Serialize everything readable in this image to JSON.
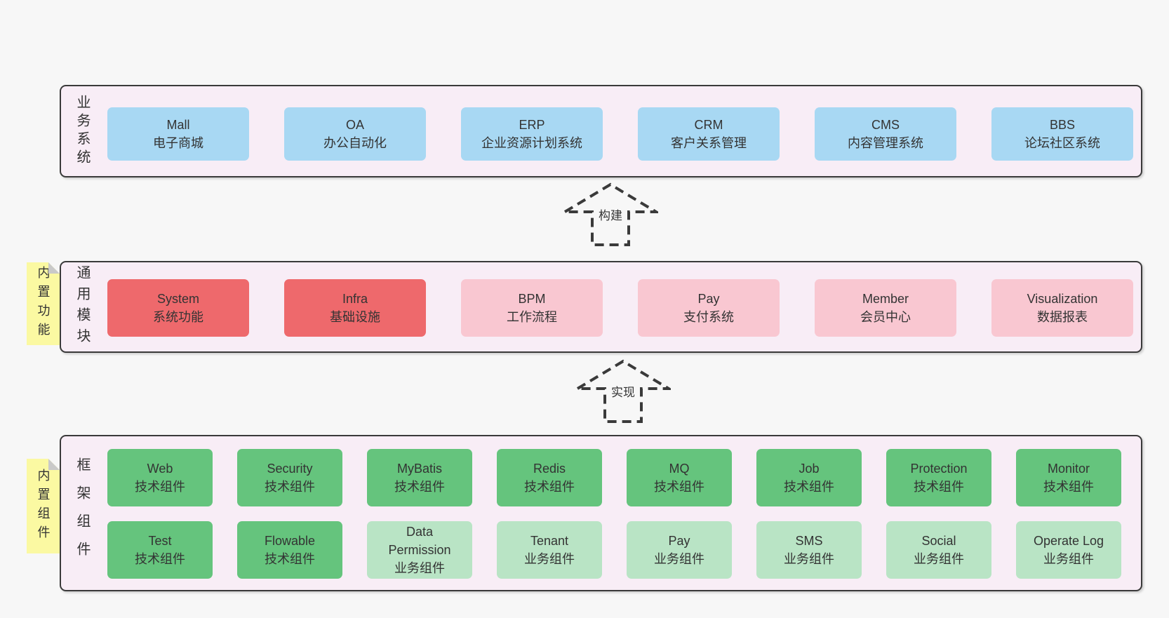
{
  "palette": {
    "page_bg": "#f7f7f7",
    "band_bg": "#f8edf6",
    "band_border": "#3a3a3a",
    "blue_box": "#a8d8f3",
    "red_box": "#ee696c",
    "pink_box": "#f9c7d1",
    "green_box": "#65c47d",
    "light_green_box": "#b9e4c5",
    "note_yellow": "#fbf9a2",
    "note_fold_gray": "#c9c9c9",
    "text": "#383838"
  },
  "arrows": [
    {
      "label": "构建"
    },
    {
      "label": "实现"
    }
  ],
  "layers": [
    {
      "label": "业务系统",
      "boxes": [
        {
          "title": "Mall",
          "subtitle": "电子商城"
        },
        {
          "title": "OA",
          "subtitle": "办公自动化"
        },
        {
          "title": "ERP",
          "subtitle": "企业资源计划系统"
        },
        {
          "title": "CRM",
          "subtitle": "客户关系管理"
        },
        {
          "title": "CMS",
          "subtitle": "内容管理系统"
        },
        {
          "title": "BBS",
          "subtitle": "论坛社区系统"
        }
      ]
    },
    {
      "label": "通用模块",
      "note": "内置功能",
      "boxes": [
        {
          "title": "System",
          "subtitle": "系统功能"
        },
        {
          "title": "Infra",
          "subtitle": "基础设施"
        },
        {
          "title": "BPM",
          "subtitle": "工作流程"
        },
        {
          "title": "Pay",
          "subtitle": "支付系统"
        },
        {
          "title": "Member",
          "subtitle": "会员中心"
        },
        {
          "title": "Visualization",
          "subtitle": "数据报表"
        }
      ]
    },
    {
      "label": "框架组件",
      "note": "内置组件",
      "rows": [
        [
          {
            "title": "Web",
            "subtitle": "技术组件"
          },
          {
            "title": "Security",
            "subtitle": "技术组件"
          },
          {
            "title": "MyBatis",
            "subtitle": "技术组件"
          },
          {
            "title": "Redis",
            "subtitle": "技术组件"
          },
          {
            "title": "MQ",
            "subtitle": "技术组件"
          },
          {
            "title": "Job",
            "subtitle": "技术组件"
          },
          {
            "title": "Protection",
            "subtitle": "技术组件"
          },
          {
            "title": "Monitor",
            "subtitle": "技术组件"
          }
        ],
        [
          {
            "title": "Test",
            "subtitle": "技术组件"
          },
          {
            "title": "Flowable",
            "subtitle": "技术组件"
          },
          {
            "title": "Data Permission",
            "subtitle": "业务组件"
          },
          {
            "title": "Tenant",
            "subtitle": "业务组件"
          },
          {
            "title": "Pay",
            "subtitle": "业务组件"
          },
          {
            "title": "SMS",
            "subtitle": "业务组件"
          },
          {
            "title": "Social",
            "subtitle": "业务组件"
          },
          {
            "title": "Operate Log",
            "subtitle": "业务组件"
          }
        ]
      ]
    }
  ]
}
